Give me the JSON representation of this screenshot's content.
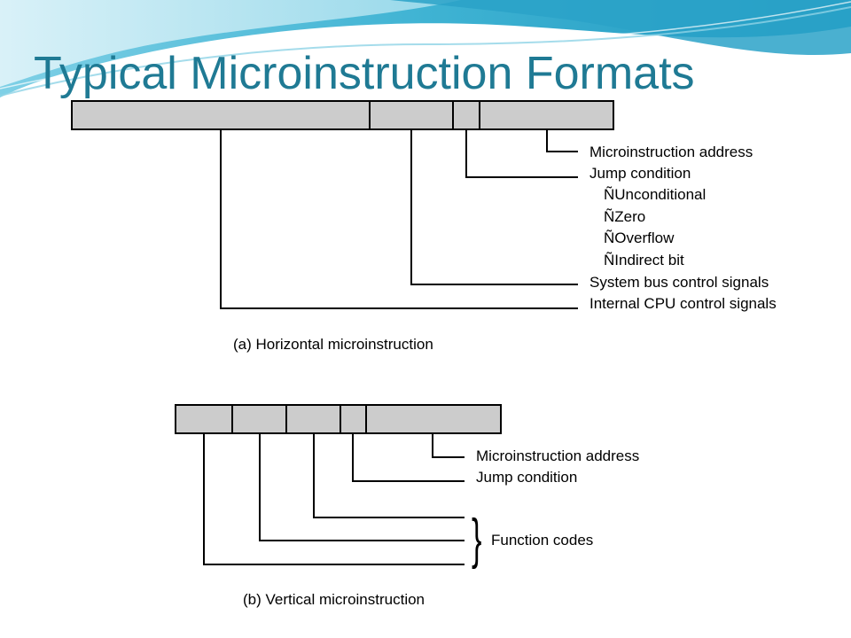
{
  "slide": {
    "title": "Typical Microinstruction Formats"
  },
  "colors": {
    "title": "#1f7a94",
    "field_fill": "#cccccc",
    "line": "#000000",
    "wave_dark": "#35a9c9",
    "wave_light": "#bfe7f1"
  },
  "horizontal": {
    "labels": {
      "address": "Microinstruction address",
      "jump": "Jump condition",
      "unconditional": "ÑUnconditional",
      "zero": "ÑZero",
      "overflow": "ÑOverflow",
      "indirect": "ÑIndirect bit",
      "system_bus": "System bus control signals",
      "internal_cpu": "Internal CPU control signals"
    },
    "caption": "(a) Horizontal microinstruction"
  },
  "vertical": {
    "labels": {
      "address": "Microinstruction address",
      "jump": "Jump condition",
      "function_codes": "Function codes",
      "brace": "}"
    },
    "caption": "(b) Vertical microinstruction"
  }
}
